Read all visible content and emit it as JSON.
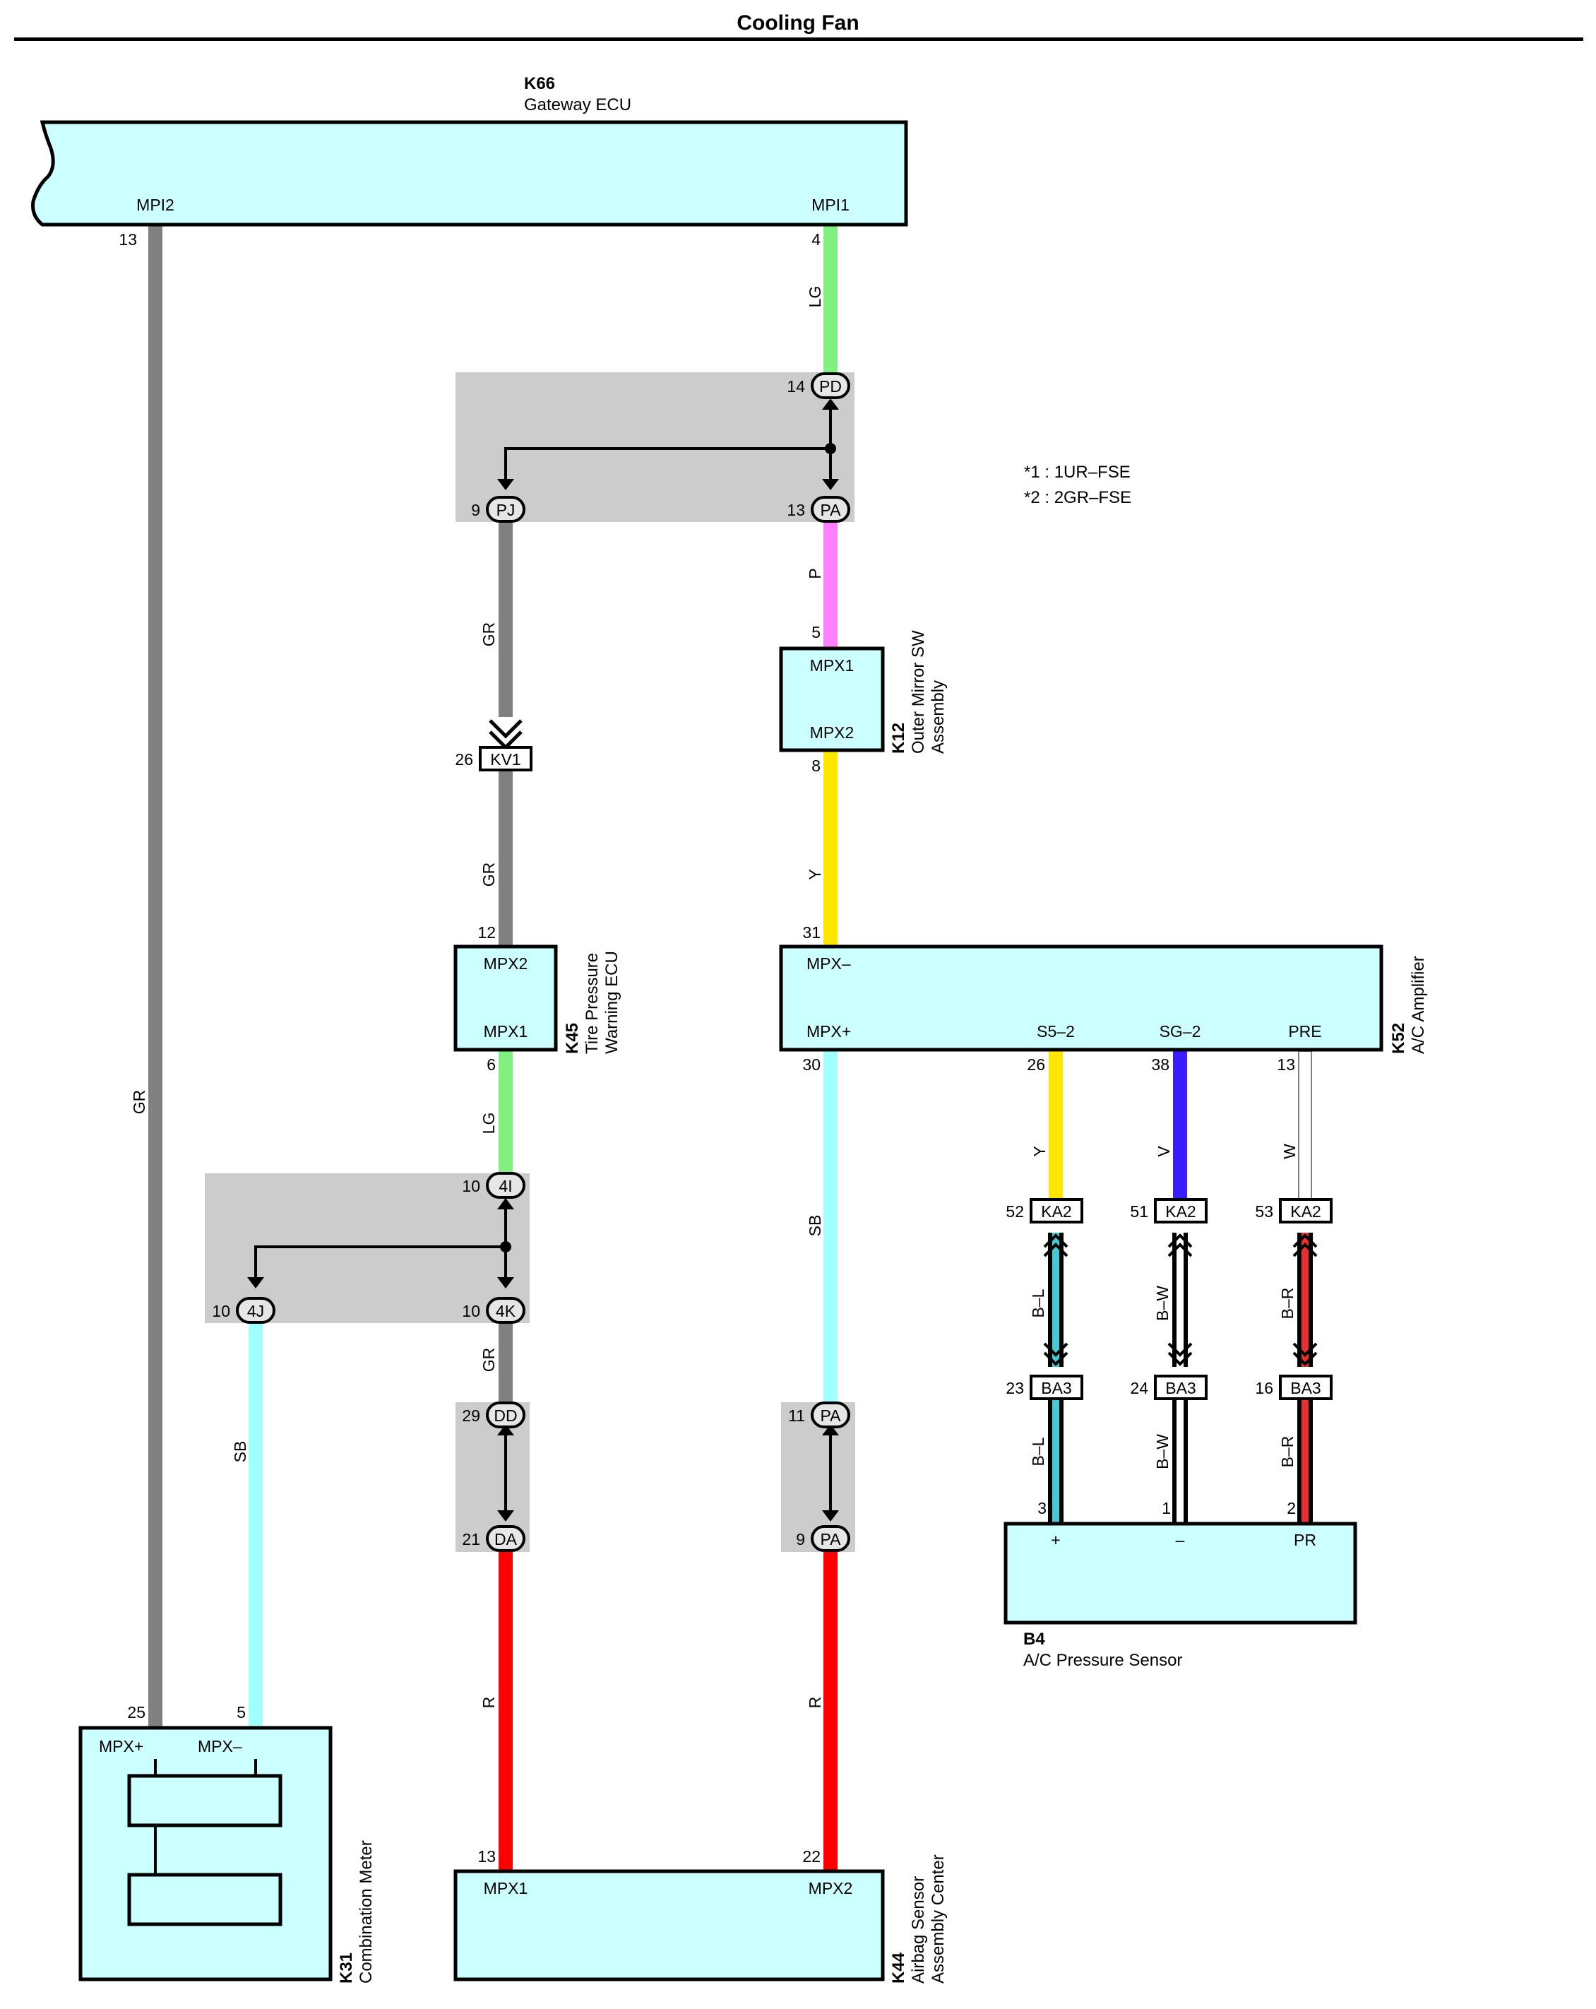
{
  "title": "Cooling Fan",
  "notes": [
    "*1 : 1UR–FSE",
    "*2 : 2GR–FSE"
  ],
  "components": {
    "k66": {
      "code": "K66",
      "desc": "Gateway ECU",
      "pin_left": "MPI2",
      "pin_right": "MPI1"
    },
    "k12": {
      "code": "K12",
      "desc1": "Outer Mirror SW",
      "desc2": "Assembly",
      "pin_top": "MPX1",
      "pin_bottom": "MPX2"
    },
    "k45": {
      "code": "K45",
      "desc1": "Tire Pressure",
      "desc2": "Warning ECU",
      "pin_top": "MPX2",
      "pin_bottom": "MPX1"
    },
    "k52": {
      "code": "K52",
      "desc": "A/C Amplifier",
      "pin_mpxm": "MPX–",
      "pin_mpxp": "MPX+",
      "pin_s5": "S5–2",
      "pin_sg": "SG–2",
      "pin_pre": "PRE"
    },
    "b4": {
      "code": "B4",
      "desc": "A/C Pressure Sensor",
      "pin_plus": "+",
      "pin_minus": "–",
      "pin_pr": "PR"
    },
    "k31": {
      "code": "K31",
      "desc": "Combination Meter",
      "pin_plus": "MPX+",
      "pin_minus": "MPX–"
    },
    "k44": {
      "code": "K44",
      "desc1": "Airbag Sensor",
      "desc2": "Assembly Center",
      "pin_left": "MPX1",
      "pin_right": "MPX2"
    }
  },
  "connectors": {
    "pd": {
      "name": "PD",
      "pin": "14"
    },
    "pj": {
      "name": "PJ",
      "pin": "9"
    },
    "pa1": {
      "name": "PA",
      "pin": "13"
    },
    "kv1": {
      "name": "KV1",
      "pin": "26"
    },
    "c4i": {
      "name": "4I",
      "pin": "10"
    },
    "c4j": {
      "name": "4J",
      "pin": "10"
    },
    "c4k": {
      "name": "4K",
      "pin": "10"
    },
    "dd": {
      "name": "DD",
      "pin": "29"
    },
    "da": {
      "name": "DA",
      "pin": "21"
    },
    "pa2": {
      "name": "PA",
      "pin": "11"
    },
    "pa3": {
      "name": "PA",
      "pin": "9"
    },
    "ka2a": {
      "name": "KA2",
      "pin": "52"
    },
    "ka2b": {
      "name": "KA2",
      "pin": "51"
    },
    "ka2c": {
      "name": "KA2",
      "pin": "53"
    },
    "ba3a": {
      "name": "BA3",
      "pin": "23"
    },
    "ba3b": {
      "name": "BA3",
      "pin": "24"
    },
    "ba3c": {
      "name": "BA3",
      "pin": "16"
    }
  },
  "pins": {
    "k66_mpi2": "13",
    "k66_mpi1": "4",
    "k12_in": "5",
    "k12_out": "8",
    "k45_in": "12",
    "k45_out": "6",
    "k52_mpxm": "31",
    "k52_mpxp": "30",
    "k52_s5": "26",
    "k52_sg": "38",
    "k52_pre": "13",
    "b4_plus": "3",
    "b4_minus": "1",
    "b4_pr": "2",
    "k31_plus": "25",
    "k31_minus": "5",
    "k44_mpx1": "13",
    "k44_mpx2": "22"
  },
  "wires": {
    "gr_main": "GR",
    "lg_top": "LG",
    "p": "P",
    "gr_k45a": "GR",
    "gr_k45b": "GR",
    "y_k52": "Y",
    "lg_k45": "LG",
    "sb_k52": "SB",
    "sb_k31": "SB",
    "gr_dd": "GR",
    "r_left": "R",
    "r_right": "R",
    "y_s5": "Y",
    "v_sg": "V",
    "w_pre": "W",
    "bl_1": "B–L",
    "bw_1": "B–W",
    "br_1": "B–R",
    "bl_2": "B–L",
    "bw_2": "B–W",
    "br_2": "B–R"
  },
  "wire_colors": {
    "GR": "#808080",
    "LG": "#80f080",
    "P": "#ff80ff",
    "Y": "#ffe600",
    "SB": "#a0ffff",
    "R": "#ff0000",
    "V": "#3b1cff",
    "W": "#ffffff",
    "B-L": "#48c8d0",
    "B-W": "#ffffff",
    "B-R": "#e83030"
  }
}
